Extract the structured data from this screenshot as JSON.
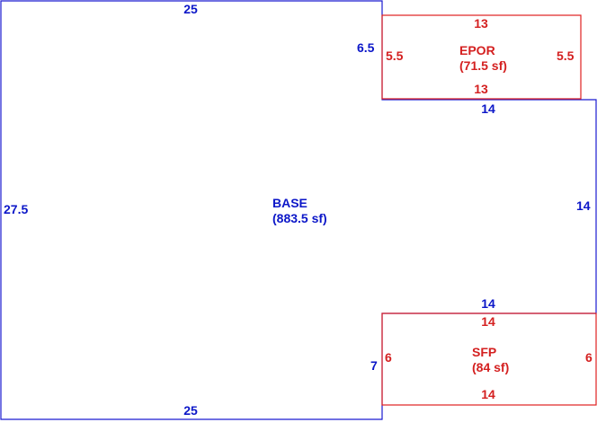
{
  "colors": {
    "base": "#1a1ad0",
    "addition": "#e02020"
  },
  "base": {
    "name": "BASE",
    "area": "(883.5 sf)",
    "dims": {
      "top": "25",
      "bottom": "25",
      "left": "27.5",
      "upper_right_step": "6.5",
      "epor_bottom_edge": "14",
      "right": "14",
      "sfp_top_edge": "14",
      "lower_right_step": "7"
    }
  },
  "epor": {
    "name": "EPOR",
    "area": "(71.5 sf)",
    "dims": {
      "top": "13",
      "bottom": "13",
      "left": "5.5",
      "right": "5.5"
    }
  },
  "sfp": {
    "name": "SFP",
    "area": "(84 sf)",
    "dims": {
      "top": "14",
      "bottom": "14",
      "left": "6",
      "right": "6"
    }
  }
}
